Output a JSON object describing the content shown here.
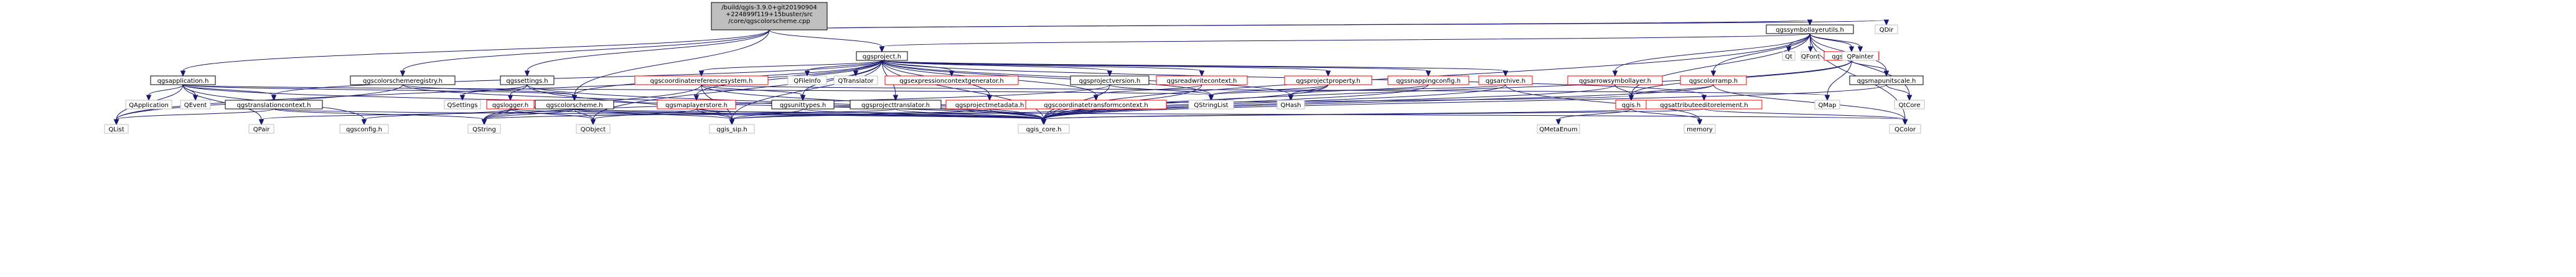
{
  "graph": {
    "root": {
      "id": "root",
      "lines": [
        "/build/qgis-3.9.0+git20190904",
        "+224899f119+15buster/src",
        "/core/qgscolorscheme.cpp"
      ]
    },
    "nodes": [
      {
        "id": "qgsapplication",
        "label": "qgsapplication.h",
        "style": "linked"
      },
      {
        "id": "qgscolorschemeregistry",
        "label": "qgscolorschemeregistry.h",
        "style": "linked"
      },
      {
        "id": "qgssettings",
        "label": "qgssettings.h",
        "style": "linked"
      },
      {
        "id": "qgsproject",
        "label": "qgsproject.h",
        "style": "linked"
      },
      {
        "id": "qgssymbollayerutils",
        "label": "qgssymbollayerutils.h",
        "style": "linked"
      },
      {
        "id": "qdir",
        "label": "QDir",
        "style": "plain"
      },
      {
        "id": "qapplication",
        "label": "QApplication",
        "style": "plain"
      },
      {
        "id": "qevent",
        "label": "QEvent",
        "style": "plain"
      },
      {
        "id": "qgstranslationcontext",
        "label": "qgstranslationcontext.h",
        "style": "linked"
      },
      {
        "id": "qgscoordinatereferencesystem",
        "label": "qgscoordinatereferencesystem.h",
        "style": "red"
      },
      {
        "id": "qfileinfo",
        "label": "QFileInfo",
        "style": "plain"
      },
      {
        "id": "qtranslator",
        "label": "QTranslator",
        "style": "plain"
      },
      {
        "id": "qgsexpressioncontextgenerator",
        "label": "qgsexpressioncontextgenerator.h",
        "style": "red"
      },
      {
        "id": "qgsprojectversion",
        "label": "qgsprojectversion.h",
        "style": "linked"
      },
      {
        "id": "qgsreadwritecontext",
        "label": "qgsreadwritecontext.h",
        "style": "red"
      },
      {
        "id": "qgsprojectproperty",
        "label": "qgsprojectproperty.h",
        "style": "red"
      },
      {
        "id": "qgssnappingconfig",
        "label": "qgssnappingconfig.h",
        "style": "red"
      },
      {
        "id": "qgsarchive",
        "label": "qgsarchive.h",
        "style": "red"
      },
      {
        "id": "qgsarrowsymbollayer",
        "label": "qgsarrowsymbollayer.h",
        "style": "red"
      },
      {
        "id": "qgscolorramp",
        "label": "qgscolorramp.h",
        "style": "red"
      },
      {
        "id": "qgssymbol",
        "label": "qgssymbol.h",
        "style": "red"
      },
      {
        "id": "qt",
        "label": "Qt",
        "style": "plain"
      },
      {
        "id": "qfont",
        "label": "QFont",
        "style": "plain"
      },
      {
        "id": "qpainter",
        "label": "QPainter",
        "style": "plain"
      },
      {
        "id": "qgsmapunitscale",
        "label": "qgsmapunitscale.h",
        "style": "linked"
      },
      {
        "id": "qgslogger",
        "label": "qgslogger.h",
        "style": "red"
      },
      {
        "id": "qsettings",
        "label": "QSettings",
        "style": "plain"
      },
      {
        "id": "qgscolorscheme",
        "label": "qgscolorscheme.h",
        "style": "linked"
      },
      {
        "id": "qgsmaplayerstore",
        "label": "qgsmaplayerstore.h",
        "style": "red"
      },
      {
        "id": "qgsunittypes",
        "label": "qgsunittypes.h",
        "style": "linked"
      },
      {
        "id": "qgsprojecttranslator",
        "label": "qgsprojecttranslator.h",
        "style": "linked"
      },
      {
        "id": "qgsprojectmetadata",
        "label": "qgsprojectmetadata.h",
        "style": "red"
      },
      {
        "id": "qgscoordinatetransformcontext",
        "label": "qgscoordinatetransformcontext.h",
        "style": "red"
      },
      {
        "id": "qstringlist",
        "label": "QStringList",
        "style": "plain"
      },
      {
        "id": "qhash",
        "label": "QHash",
        "style": "plain"
      },
      {
        "id": "qgis",
        "label": "qgis.h",
        "style": "red"
      },
      {
        "id": "qgsattributeeditorelement",
        "label": "qgsattributeeditorelement.h",
        "style": "red"
      },
      {
        "id": "qmap",
        "label": "QMap",
        "style": "plain"
      },
      {
        "id": "qtcore",
        "label": "QtCore",
        "style": "plain"
      },
      {
        "id": "qlist",
        "label": "QList",
        "style": "plain"
      },
      {
        "id": "qpair",
        "label": "QPair",
        "style": "plain"
      },
      {
        "id": "qgsconfig",
        "label": "qgsconfig.h",
        "style": "plain"
      },
      {
        "id": "qstring",
        "label": "QString",
        "style": "plain"
      },
      {
        "id": "qobject",
        "label": "QObject",
        "style": "plain"
      },
      {
        "id": "qgis_sip",
        "label": "qgis_sip.h",
        "style": "plain"
      },
      {
        "id": "qgis_core",
        "label": "qgis_core.h",
        "style": "plain"
      },
      {
        "id": "qmetaenum",
        "label": "QMetaEnum",
        "style": "plain"
      },
      {
        "id": "memory",
        "label": "memory",
        "style": "plain"
      },
      {
        "id": "qcolor",
        "label": "QColor",
        "style": "plain"
      }
    ],
    "edges": [
      [
        "root",
        "qgsapplication"
      ],
      [
        "root",
        "qgscolorschemeregistry"
      ],
      [
        "root",
        "qgssettings"
      ],
      [
        "root",
        "qgsproject"
      ],
      [
        "root",
        "qgssymbollayerutils"
      ],
      [
        "root",
        "qdir"
      ],
      [
        "root",
        "qgscolorscheme"
      ],
      [
        "qgsapplication",
        "qapplication"
      ],
      [
        "qgsapplication",
        "qevent"
      ],
      [
        "qgsapplication",
        "qgstranslationcontext"
      ],
      [
        "qgsapplication",
        "qgscolorscheme"
      ],
      [
        "qgsapplication",
        "qgsconfig"
      ],
      [
        "qgsapplication",
        "qstringlist"
      ],
      [
        "qgsapplication",
        "qgis_core"
      ],
      [
        "qgsapplication",
        "qlist"
      ],
      [
        "qgsapplication",
        "qpair"
      ],
      [
        "qgscolorschemeregistry",
        "qgscolorscheme"
      ],
      [
        "qgscolorschemeregistry",
        "qgis_core"
      ],
      [
        "qgscolorschemeregistry",
        "qlist"
      ],
      [
        "qgssettings",
        "qsettings"
      ],
      [
        "qgssettings",
        "qgslogger"
      ],
      [
        "qgssettings",
        "qgis_core"
      ],
      [
        "qgssettings",
        "qgis_sip"
      ],
      [
        "qgsproject",
        "qgscoordinatereferencesystem"
      ],
      [
        "qgsproject",
        "qfileinfo"
      ],
      [
        "qgsproject",
        "qtranslator"
      ],
      [
        "qgsproject",
        "qgsexpressioncontextgenerator"
      ],
      [
        "qgsproject",
        "qgsprojectversion"
      ],
      [
        "qgsproject",
        "qgsreadwritecontext"
      ],
      [
        "qgsproject",
        "qgsprojectproperty"
      ],
      [
        "qgsproject",
        "qgssnappingconfig"
      ],
      [
        "qgsproject",
        "qgsarchive"
      ],
      [
        "qgsproject",
        "qgsunittypes"
      ],
      [
        "qgsproject",
        "qgsmaplayerstore"
      ],
      [
        "qgsproject",
        "qgsprojecttranslator"
      ],
      [
        "qgsproject",
        "qgsprojectmetadata"
      ],
      [
        "qgsproject",
        "qgscoordinatetransformcontext"
      ],
      [
        "qgsproject",
        "qgscolorscheme"
      ],
      [
        "qgsproject",
        "qgstranslationcontext"
      ],
      [
        "qgsproject",
        "qstringlist"
      ],
      [
        "qgsproject",
        "qhash"
      ],
      [
        "qgsproject",
        "qgis_core"
      ],
      [
        "qgsproject",
        "qgis_sip"
      ],
      [
        "qgsproject",
        "qlist"
      ],
      [
        "qgsproject",
        "qobject"
      ],
      [
        "qgsproject",
        "qgsattributeeditorelement"
      ],
      [
        "qgssymbollayerutils",
        "qt"
      ],
      [
        "qgssymbollayerutils",
        "qfont"
      ],
      [
        "qgssymbollayerutils",
        "qpainter"
      ],
      [
        "qgssymbollayerutils",
        "qgssymbol"
      ],
      [
        "qgssymbollayerutils",
        "qgsarrowsymbollayer"
      ],
      [
        "qgssymbollayerutils",
        "qgscolorramp"
      ],
      [
        "qgssymbollayerutils",
        "qgsmapunitscale"
      ],
      [
        "qgssymbollayerutils",
        "qgis"
      ],
      [
        "qgssymbollayerutils",
        "qtcore"
      ],
      [
        "qgssymbollayerutils",
        "qcolor"
      ],
      [
        "qgssymbollayerutils",
        "qgis_core"
      ],
      [
        "qgssymbollayerutils",
        "qgsproject"
      ],
      [
        "qgstranslationcontext",
        "qlist"
      ],
      [
        "qgstranslationcontext",
        "qstring"
      ],
      [
        "qgstranslationcontext",
        "qgis_core"
      ],
      [
        "qgscoordinatereferencesystem",
        "qgis_sip"
      ],
      [
        "qgscoordinatereferencesystem",
        "qgis_core"
      ],
      [
        "qgscoordinatereferencesystem",
        "qgsunittypes"
      ],
      [
        "qgscoordinatereferencesystem",
        "qstring"
      ],
      [
        "qgscoordinatereferencesystem",
        "qmap"
      ],
      [
        "qgsprojectversion",
        "qstring"
      ],
      [
        "qgsprojectversion",
        "qstringlist"
      ],
      [
        "qgsprojectversion",
        "qgis_core"
      ],
      [
        "qgsreadwritecontext",
        "qgis_core"
      ],
      [
        "qgsreadwritecontext",
        "qgscoordinatetransformcontext"
      ],
      [
        "qgsprojectproperty",
        "qstringlist"
      ],
      [
        "qgsprojectproperty",
        "qhash"
      ],
      [
        "qgsprojectproperty",
        "qgis_core"
      ],
      [
        "qgssnappingconfig",
        "qgis_core"
      ],
      [
        "qgssnappingconfig",
        "qhash"
      ],
      [
        "qgsarchive",
        "qgis_core"
      ],
      [
        "qgsarchive",
        "qstringlist"
      ],
      [
        "qgsarchive",
        "memory"
      ],
      [
        "qgsarrowsymbollayer",
        "qgis_core"
      ],
      [
        "qgsarrowsymbollayer",
        "qgis"
      ],
      [
        "qgscolorramp",
        "qgis_core"
      ],
      [
        "qgscolorramp",
        "qcolor"
      ],
      [
        "qgscolorramp",
        "qgis"
      ],
      [
        "qgssymbol",
        "qgis_core"
      ],
      [
        "qgssymbol",
        "qgis"
      ],
      [
        "qgssymbol",
        "qmap"
      ],
      [
        "qgssymbol",
        "qgsmapunitscale"
      ],
      [
        "qgsmapunitscale",
        "qtcore"
      ],
      [
        "qgsmapunitscale",
        "qgis_core"
      ],
      [
        "qgslogger",
        "qgis_core"
      ],
      [
        "qgslogger",
        "qgsconfig"
      ],
      [
        "qgslogger",
        "qstring"
      ],
      [
        "qgslogger",
        "qobject"
      ],
      [
        "qgscolorscheme",
        "qgis_core"
      ],
      [
        "qgscolorscheme",
        "qgis_sip"
      ],
      [
        "qgscolorscheme",
        "qstring"
      ],
      [
        "qgscolorscheme",
        "qcolor"
      ],
      [
        "qgscolorscheme",
        "qpair"
      ],
      [
        "qgscolorscheme",
        "qobject"
      ],
      [
        "qgsmaplayerstore",
        "qgis_core"
      ],
      [
        "qgsmaplayerstore",
        "qgis_sip"
      ],
      [
        "qgsmaplayerstore",
        "qobject"
      ],
      [
        "qgsunittypes",
        "qgis_core"
      ],
      [
        "qgsunittypes",
        "qgis_sip"
      ],
      [
        "qgsunittypes",
        "qgis"
      ],
      [
        "qgsprojecttranslator",
        "qgis_core"
      ],
      [
        "qgsprojecttranslator",
        "qstring"
      ],
      [
        "qgsprojectmetadata",
        "qgis_core"
      ],
      [
        "qgsprojectmetadata",
        "qgis_sip"
      ],
      [
        "qgscoordinatetransformcontext",
        "qgis_core"
      ],
      [
        "qgscoordinatetransformcontext",
        "qgis_sip"
      ],
      [
        "qgis",
        "qmetaenum"
      ],
      [
        "qgis",
        "memory"
      ],
      [
        "qgis",
        "qgis_core"
      ],
      [
        "qgsattributeeditorelement",
        "qgis_core"
      ],
      [
        "qgsattributeeditorelement",
        "qcolor"
      ]
    ]
  }
}
